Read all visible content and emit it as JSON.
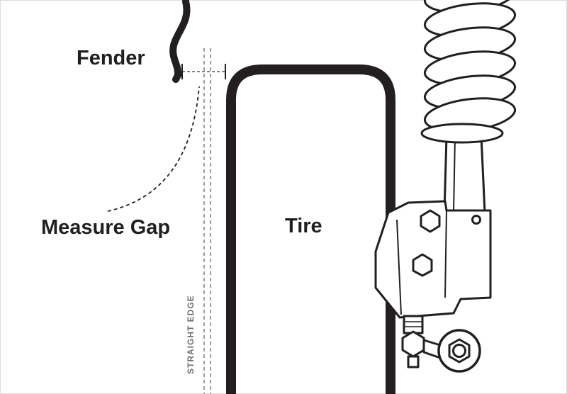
{
  "labels": {
    "fender": "Fender",
    "measure_gap": "Measure Gap",
    "tire": "Tire",
    "straight_edge": "STRAIGHT EDGE"
  },
  "colors": {
    "line": "#231f20",
    "straight_edge_gray": "#9b9da0",
    "background": "#ffffff"
  }
}
